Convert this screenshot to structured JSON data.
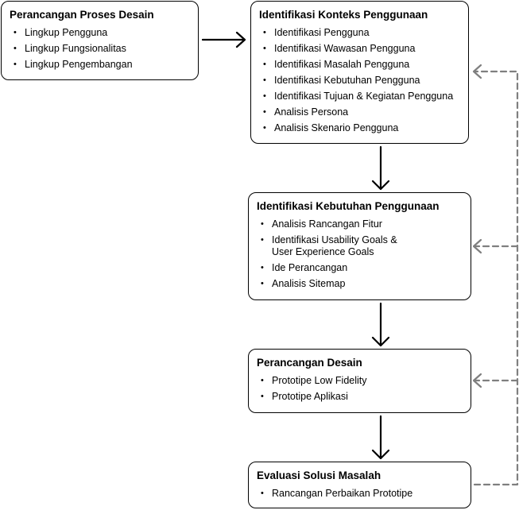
{
  "boxes": [
    {
      "title": "Perancangan Proses Desain",
      "items": [
        "Lingkup Pengguna",
        "Lingkup Fungsionalitas",
        "Lingkup Pengembangan"
      ]
    },
    {
      "title": "Identifikasi Konteks Penggunaan",
      "items": [
        "Identifikasi Pengguna",
        "Identifikasi Wawasan Pengguna",
        "Identifikasi Masalah Pengguna",
        "Identifikasi Kebutuhan Pengguna",
        "Identifikasi Tujuan & Kegiatan Pengguna",
        "Analisis Persona",
        "Analisis Skenario Pengguna"
      ]
    },
    {
      "title": "Identifikasi Kebutuhan Penggunaan",
      "items": [
        "Analisis Rancangan Fitur",
        "Identifikasi Usability Goals & User Experience Goals",
        "Ide Perancangan",
        "Analisis Sitemap"
      ]
    },
    {
      "title": "Perancangan Desain",
      "items": [
        "Prototipe Low Fidelity",
        "Prototipe Aplikasi"
      ]
    },
    {
      "title": "Evaluasi Solusi Masalah",
      "items": [
        "Rancangan Perbaikan Prototipe"
      ]
    }
  ],
  "colors": {
    "line": "#000000",
    "feedback": "#7f7f7f"
  }
}
